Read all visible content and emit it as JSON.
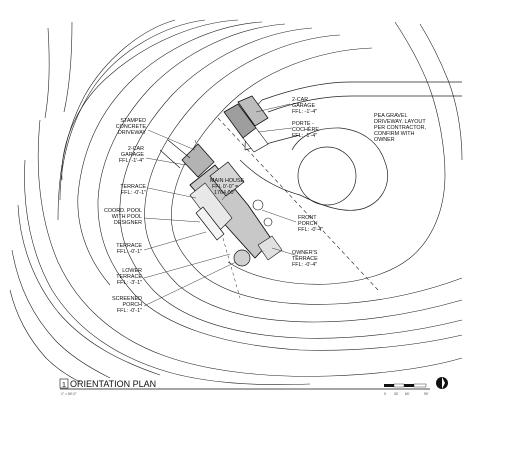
{
  "labels": {
    "garage_2car_upper": [
      "2-CAR",
      "GARAGE",
      "FFL: -1'-4\""
    ],
    "porte_cochere": [
      "PORTE -",
      "COCHÈRE",
      "FFL: -1'-4\""
    ],
    "pea_gravel": [
      "PEA GRAVEL",
      "DRIVEWAY. LAYOUT",
      "PER CONTRACTOR,",
      "CONFIRM WITH",
      "OWNER"
    ],
    "stamped_driveway": [
      "STAMPED",
      "CONCRETE",
      "DRIVEWAY"
    ],
    "garage_2car_lower": [
      "2-CAR",
      "GARAGE",
      "FFL: -1'-4\""
    ],
    "main_house": [
      "MAIN HOUSE",
      "FFL 0'-0\" =",
      "1764.00'"
    ],
    "terrace_upper": [
      "TERRACE",
      "FFL: -0'-1\""
    ],
    "coord_pool": [
      "COORD. POOL",
      "WITH POOL",
      "DESIGNER"
    ],
    "front_porch": [
      "FRONT",
      "PORCH",
      "FFL: -0'-4\""
    ],
    "terrace_mid": [
      "TERRACE",
      "FFL: -0'-1\""
    ],
    "owners_terrace": [
      "OWNER'S",
      "TERRACE",
      "FFL: -0'-4\""
    ],
    "lower_terrace": [
      "LOWER",
      "TERRACE",
      "FFL: -3'-1\""
    ],
    "screened_porch": [
      "SCREENED",
      "PORCH",
      "FFL: -0'-1\""
    ]
  },
  "title_block": {
    "number": "1",
    "title": "ORIENTATION PLAN",
    "scale": "1\" = 60'-0\"",
    "scale_ticks": [
      "0",
      "30'",
      "60'",
      "90'"
    ]
  },
  "icons": {
    "north_arrow": "north-arrow-icon"
  }
}
